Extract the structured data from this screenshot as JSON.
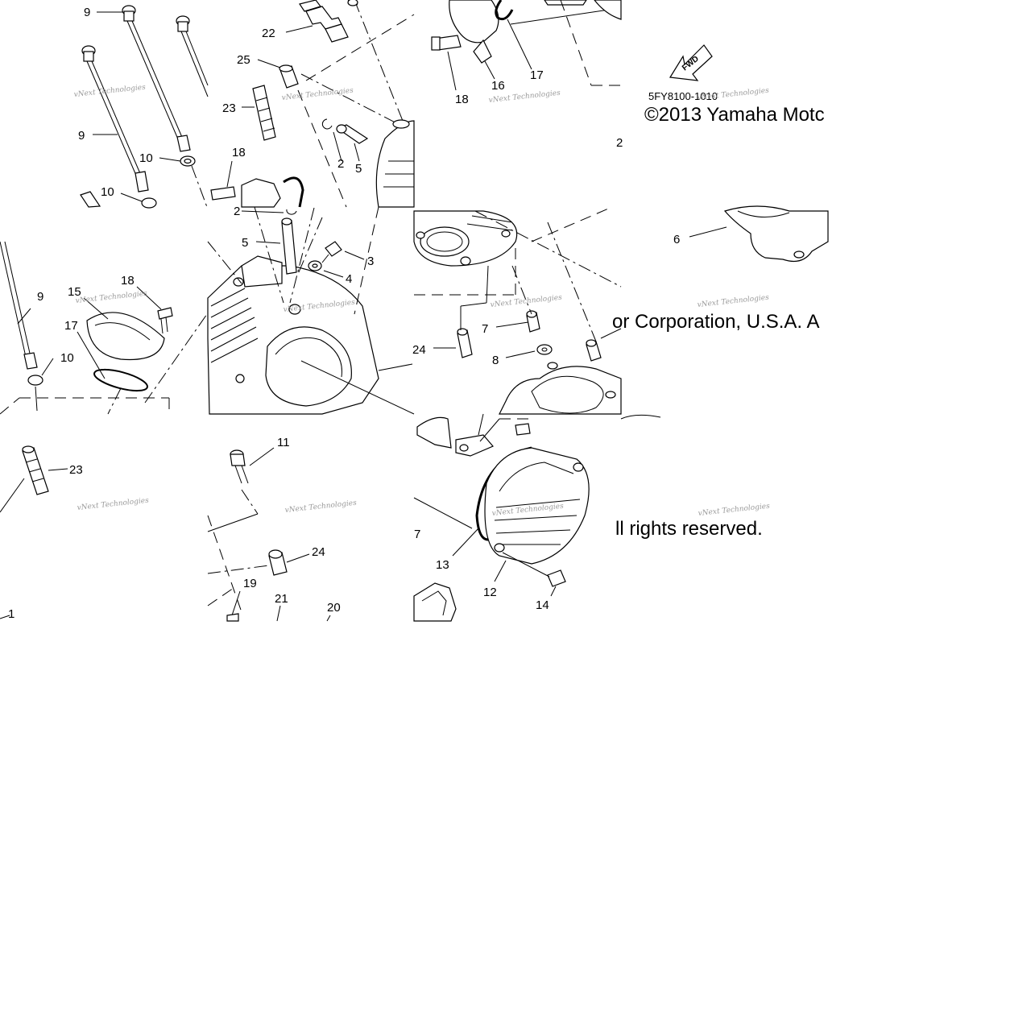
{
  "diagram": {
    "part_code": "5FY8100-1010",
    "copyright_segments": [
      "©2013 Yamaha Motc",
      "or Corporation, U.S.A. A",
      "ll rights reserved."
    ],
    "fwd_label": "FWD",
    "watermark": "vNext Technologies",
    "callouts": [
      {
        "id": "c9a",
        "label": "9"
      },
      {
        "id": "c22",
        "label": "22"
      },
      {
        "id": "c25",
        "label": "25"
      },
      {
        "id": "c23a",
        "label": "23"
      },
      {
        "id": "c9b",
        "label": "9"
      },
      {
        "id": "c10a",
        "label": "10"
      },
      {
        "id": "c10b",
        "label": "10"
      },
      {
        "id": "c18a",
        "label": "18"
      },
      {
        "id": "c2a",
        "label": "2"
      },
      {
        "id": "c5a",
        "label": "5"
      },
      {
        "id": "c2b",
        "label": "2"
      },
      {
        "id": "c5b",
        "label": "5"
      },
      {
        "id": "c3",
        "label": "3"
      },
      {
        "id": "c4",
        "label": "4"
      },
      {
        "id": "c18b",
        "label": "18"
      },
      {
        "id": "c16",
        "label": "16"
      },
      {
        "id": "c17a",
        "label": "17"
      },
      {
        "id": "c9c",
        "label": "9"
      },
      {
        "id": "c15",
        "label": "15"
      },
      {
        "id": "c18c",
        "label": "18"
      },
      {
        "id": "c17b",
        "label": "17"
      },
      {
        "id": "c10c",
        "label": "10"
      },
      {
        "id": "c6",
        "label": "6"
      },
      {
        "id": "c7a",
        "label": "7"
      },
      {
        "id": "c24a",
        "label": "24"
      },
      {
        "id": "c8",
        "label": "8"
      },
      {
        "id": "c23b",
        "label": "23"
      },
      {
        "id": "c11",
        "label": "11"
      },
      {
        "id": "c24b",
        "label": "24"
      },
      {
        "id": "c19",
        "label": "19"
      },
      {
        "id": "c21",
        "label": "21"
      },
      {
        "id": "c20",
        "label": "20"
      },
      {
        "id": "c1",
        "label": "1"
      },
      {
        "id": "c7b",
        "label": "7"
      },
      {
        "id": "c13",
        "label": "13"
      },
      {
        "id": "c12",
        "label": "12"
      },
      {
        "id": "c14",
        "label": "14"
      },
      {
        "id": "c2c",
        "label": "2"
      }
    ]
  }
}
